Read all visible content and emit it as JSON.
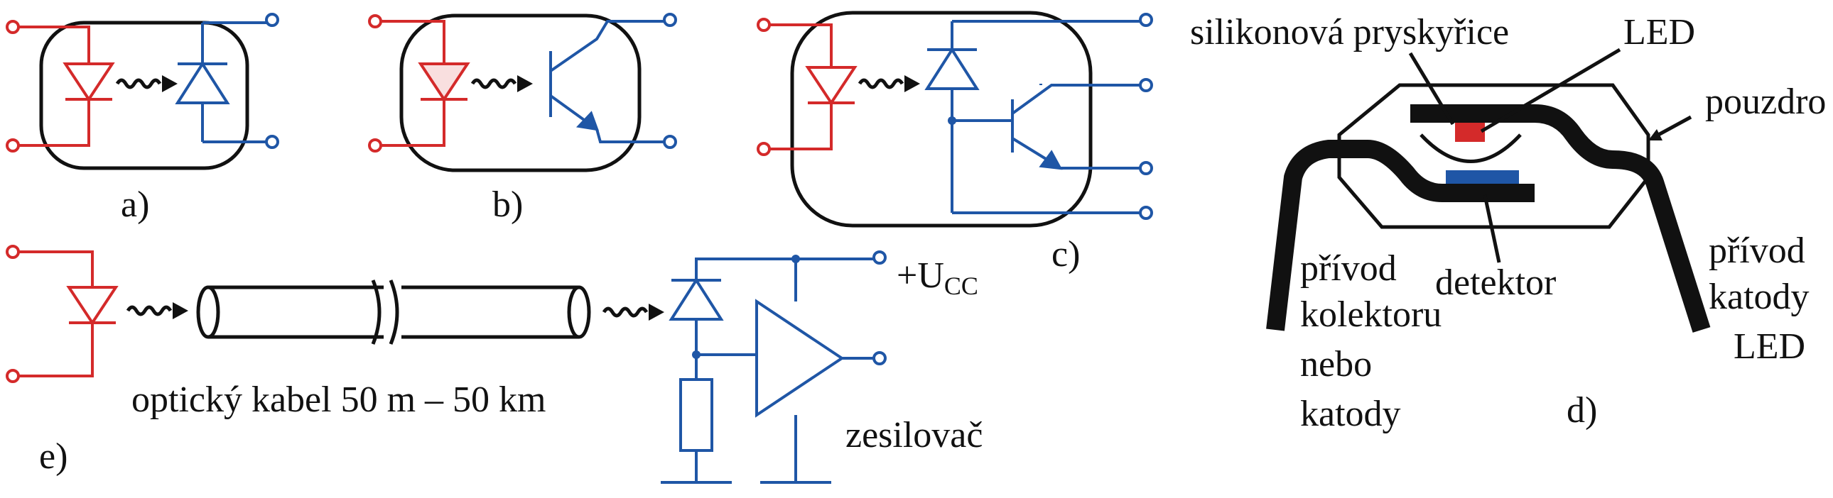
{
  "labels": {
    "a": "a)",
    "b": "b)",
    "c": "c)",
    "d": "d)",
    "e": "e)",
    "ucc_prefix": "+U",
    "ucc_sub": "CC",
    "cable": "optický kabel 50 m – 50 km",
    "amplifier": "zesilovač",
    "resin": "silikonová pryskyřice",
    "led": "LED",
    "housing": "pouzdro",
    "detector": "detektor",
    "lead_collector_1": "přívod",
    "lead_collector_2": "kolektoru",
    "lead_collector_3": "nebo",
    "lead_collector_4": "katody",
    "lead_cathode_1": "přívod",
    "lead_cathode_2": "katody",
    "lead_cathode_3": "LED"
  },
  "colors": {
    "emitter": "#d42a2a",
    "detector": "#1f56a6",
    "outline": "#111111"
  }
}
